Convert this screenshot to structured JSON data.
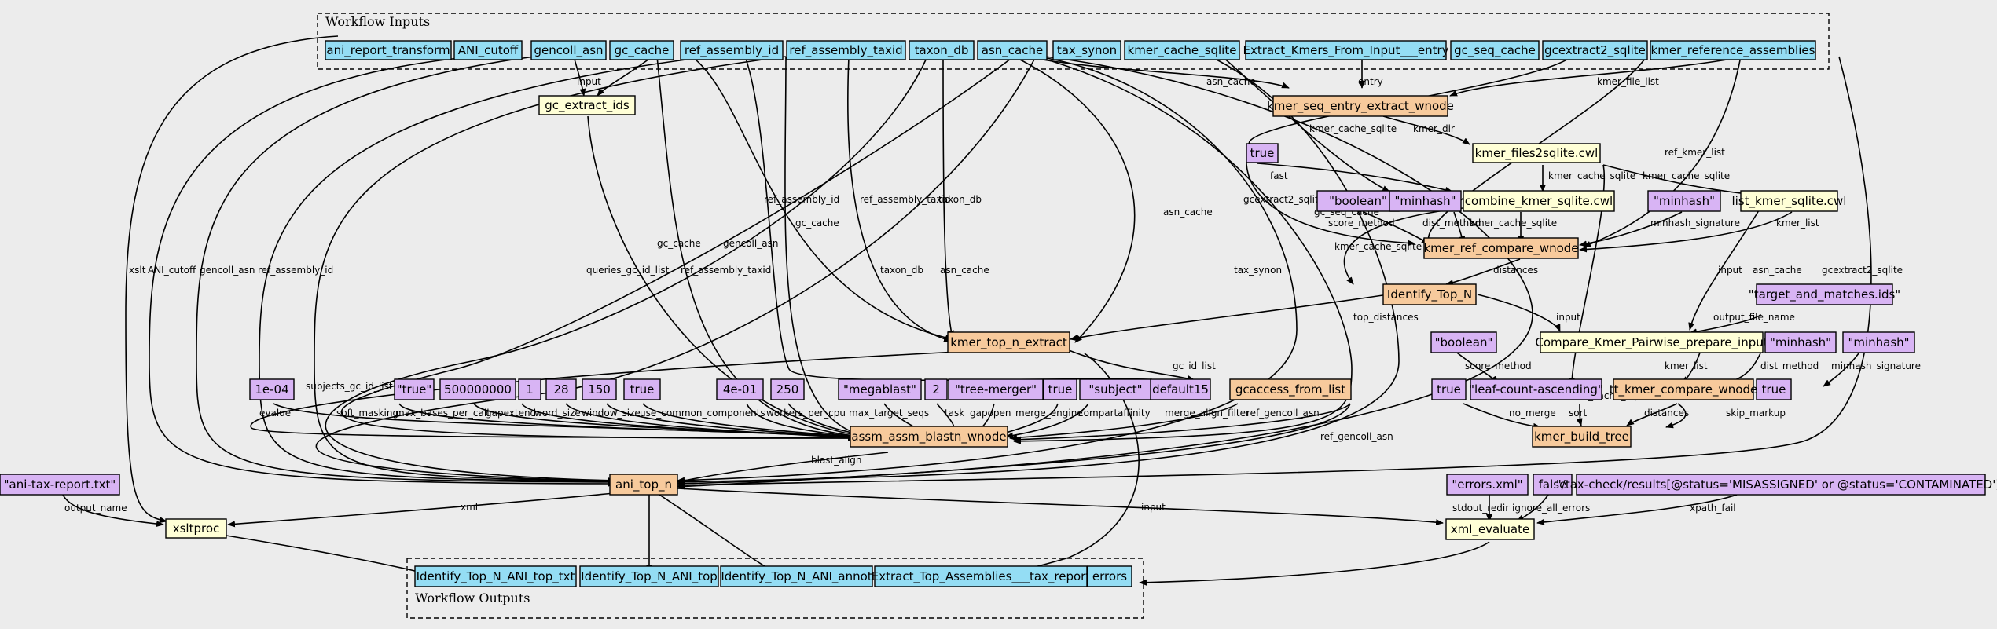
{
  "colors": {
    "background": "#ececec",
    "input_fill": "#94ddf4",
    "output_fill": "#94ddf4",
    "step_fill": "#f7ca9c",
    "tool_fill": "#ffffd6",
    "value_fill": "#d8b4f4"
  },
  "clusters": {
    "inputs": "Workflow Inputs",
    "outputs": "Workflow Outputs"
  },
  "nodes": {
    "ani_report_transform": "ani_report_transform",
    "ani_cutoff": "ANI_cutoff",
    "gencoll_asn": "gencoll_asn",
    "gc_cache": "gc_cache",
    "ref_assembly_id": "ref_assembly_id",
    "ref_assembly_taxid": "ref_assembly_taxid",
    "taxon_db": "taxon_db",
    "asn_cache": "asn_cache",
    "tax_synon": "tax_synon",
    "kmer_cache_sqlite": "kmer_cache_sqlite",
    "extract_kmers_entry": "Extract_Kmers_From_Input___entry",
    "gc_seq_cache": "gc_seq_cache",
    "gcextract2_sqlite": "gcextract2_sqlite",
    "kmer_reference_assemblies": "kmer_reference_assemblies",
    "gc_extract_ids": "gc_extract_ids",
    "kmer_seq_entry_extract_wnode": "kmer_seq_entry_extract_wnode",
    "kmer_files2sqlite": "kmer_files2sqlite.cwl",
    "v_true_fast": "true",
    "combine_kmer_sqlite": "combine_kmer_sqlite.cwl",
    "v_boolean_1": "\"boolean\"",
    "v_minhash_1": "\"minhash\"",
    "v_minhash_2": "\"minhash\"",
    "list_kmer_sqlite": "list_kmer_sqlite.cwl",
    "kmer_ref_compare_wnode": "kmer_ref_compare_wnode",
    "identify_top_n": "Identify_Top_N",
    "v_target_and_matches": "\"target_and_matches.ids\"",
    "kmer_top_n_extract": "kmer_top_n_extract",
    "compare_kmer_pairwise_prepare_input": "Compare_Kmer_Pairwise_prepare_input",
    "v_boolean_2": "\"boolean\"",
    "v_minhash_3": "\"minhash\"",
    "v_minhash_4": "\"minhash\"",
    "v_1e04": "1e-04",
    "v_true_str": "\"true\"",
    "v_500000000": "500000000",
    "v_1": "1",
    "v_28": "28",
    "v_150": "150",
    "v_true_ucc": "true",
    "v_4e01": "4e-01",
    "v_250": "250",
    "v_megablast": "\"megablast\"",
    "v_2": "2",
    "v_tree_merger": "\"tree-merger\"",
    "v_true_compart": "true",
    "v_subject": "\"subject\"",
    "v_default15": "default15",
    "gcaccess_from_list": "gcaccess_from_list",
    "v_true_nomerge": "true",
    "v_leaf_count": "\"leaf-count-ascending\"",
    "tt_kmer_compare_wnode": "tt_kmer_compare_wnode",
    "v_true_skip": "true",
    "assm_assm_blastn_wnode": "assm_assm_blastn_wnode",
    "kmer_build_tree": "kmer_build_tree",
    "v_ani_tax_report": "\"ani-tax-report.txt\"",
    "ani_top_n": "ani_top_n",
    "v_errors_xml": "\"errors.xml\"",
    "v_false": "false",
    "v_xpath": "\"/tax-check/results[@status='MISASSIGNED' or @status='CONTAMINATED']\"",
    "xsltproc": "xsltproc",
    "xml_evaluate": "xml_evaluate",
    "out_ani_top_txt": "Identify_Top_N_ANI_top_txt",
    "out_ani_top": "Identify_Top_N_ANI_top",
    "out_ani_annot": "Identify_Top_N_ANI_annot",
    "out_tax_report": "Extract_Top_Assemblies___tax_report",
    "out_errors": "errors"
  },
  "edge_labels": {
    "input": "input",
    "asn_cache": "asn_cache",
    "entry": "entry",
    "kmer_file_list": "kmer_file_list",
    "kmer_dir": "kmer_dir",
    "kmer_cache_sqlite": "kmer_cache_sqlite",
    "ref_kmer_list": "ref_kmer_list",
    "fast": "fast",
    "gcextract2_sqlite": "gcextract2_sqlite",
    "gc_seq_cache": "gc_seq_cache",
    "score_method": "score_method",
    "dist_method": "dist_method",
    "minhash_signature": "minhash_signature",
    "kmer_list": "kmer_list",
    "distances": "distances",
    "ani_cutoff": "ANI_cutoff",
    "gencoll_asn": "gencoll_asn",
    "ref_assembly_id": "ref_assembly_id",
    "ref_assembly_taxid": "ref_assembly_taxid",
    "taxon_db": "taxon_db",
    "xslt": "xslt",
    "queries_gc_id_list": "queries_gc_id_list",
    "gc_cache": "gc_cache",
    "tax_synon": "tax_synon",
    "top_distances": "top_distances",
    "output_file_name": "output_file_name",
    "gc_id_list": "gc_id_list",
    "subjects_gc_id_list": "subjects_gc_id_list",
    "evalue": "evalue",
    "soft_masking": "soft_masking",
    "max_bases_per_call": "max_bases_per_call",
    "gapextend": "gapextend",
    "word_size": "word_size",
    "window_size": "window_size",
    "use_common_components": "use_common_components",
    "workers_per_cpu": "workers_per_cpu",
    "max_target_seqs": "max_target_seqs",
    "task": "task",
    "gapopen": "gapopen",
    "merge_engine": "merge_engine",
    "compart": "compart",
    "affinity": "affinity",
    "merge_align_filter": "merge_align_filter",
    "ref_gencoll_asn": "ref_gencoll_asn",
    "no_merge": "no_merge",
    "sort": "sort",
    "skip_markup": "skip_markup",
    "blast_align": "blast_align",
    "output_name": "output_name",
    "xml": "xml",
    "stdout_redir": "stdout_redir",
    "ignore_all_errors": "ignore_all_errors",
    "xpath_fail": "xpath_fail"
  }
}
